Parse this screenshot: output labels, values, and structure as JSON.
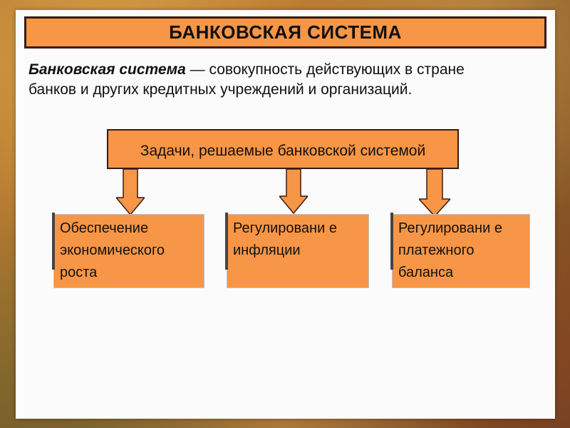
{
  "title": "БАНКОВСКАЯ СИСТЕМА",
  "definition": {
    "term": "Банковская система",
    "text": " — совокупность действующих в стране банков и других кредитных учреждений и организаций."
  },
  "tasks_box": "Задачи, решаемые банковской системой",
  "tasks": [
    "Обеспечение экономического роста",
    "Регулировани е инфляции",
    "Регулировани е платежного баланса"
  ],
  "colors": {
    "box_fill": "#f79646",
    "box_border": "#3a1a12"
  }
}
